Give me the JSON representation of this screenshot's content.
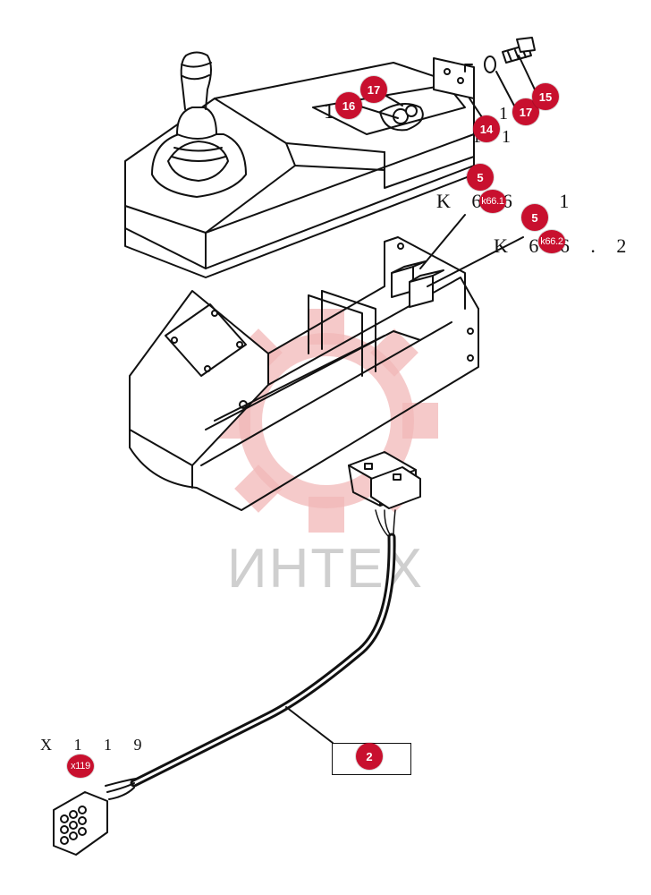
{
  "watermark": {
    "text": "ИНТЕХ",
    "logo": "gear-logo-watermark",
    "color": "#e8a0a0"
  },
  "markers": [
    {
      "id": "17",
      "name": "callout-17-upper"
    },
    {
      "id": "16",
      "name": "callout-16"
    },
    {
      "id": "14",
      "name": "callout-14"
    },
    {
      "id": "17",
      "name": "callout-17-lower"
    },
    {
      "id": "15",
      "name": "callout-15"
    },
    {
      "id": "5",
      "name": "callout-5-k66-1"
    },
    {
      "id": "k66.1",
      "name": "callout-k66-1"
    },
    {
      "id": "5",
      "name": "callout-5-k66-2"
    },
    {
      "id": "k66.2",
      "name": "callout-k66-2"
    },
    {
      "id": "x119",
      "name": "callout-x119"
    },
    {
      "id": "2",
      "name": "callout-2"
    }
  ],
  "labels": {
    "k66_1": "K 6 6 . 1",
    "k66_2": "K 6 6 . 2",
    "x119": "X 1 1 9",
    "num1": "1",
    "num1b": "1",
    "num1c": "1 1"
  },
  "colors": {
    "marker": "#c8102e",
    "line": "#111111"
  }
}
